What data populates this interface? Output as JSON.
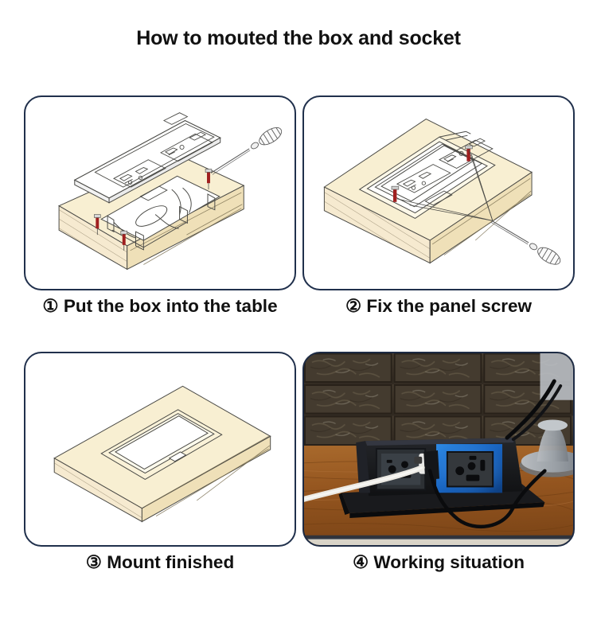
{
  "title": "How to mouted the box and socket",
  "colors": {
    "panel_border": "#20304c",
    "wood_slab_fill": "#f8efd2",
    "wood_slab_shade": "#f2e4bc",
    "line_art": "#3a3a3a",
    "screw_red": "#a01f1f",
    "photo_wall": "#4a4137",
    "photo_table": "#9b5f26",
    "photo_box": "#17181a",
    "socket_glow_blue": "#1f6fd0",
    "page_background": "#ffffff",
    "text": "#111111"
  },
  "steps": [
    {
      "number": "①",
      "caption": "① Put the box into the table",
      "label": "Put the box into the table",
      "art": "exploded-box-above-table-with-screwdriver",
      "objects": [
        "table-slab",
        "socket-box",
        "open-lid-panel",
        "screwdriver",
        "red-screws"
      ]
    },
    {
      "number": "②",
      "caption": "② Fix the panel screw",
      "label": "Fix the panel screw",
      "art": "box-seated-in-table-screwdriver-pointing-screws",
      "objects": [
        "table-slab",
        "socket-box-inset",
        "screwdriver",
        "red-screws",
        "pointer-lines"
      ]
    },
    {
      "number": "③",
      "caption": "③ Mount finished",
      "label": "Mount finished",
      "art": "closed-lid-flush-with-table",
      "objects": [
        "table-slab",
        "closed-lid",
        "lid-latch"
      ]
    },
    {
      "number": "④",
      "caption": "④ Working situation",
      "label": "Working situation",
      "art": "photo-installed-popup-socket-on-desk",
      "objects": [
        "brick-wall",
        "wooden-desk",
        "popup-socket-box",
        "universal-socket-left",
        "universal-socket-right-lit",
        "white-cable",
        "black-cable",
        "lamp-base"
      ]
    }
  ]
}
